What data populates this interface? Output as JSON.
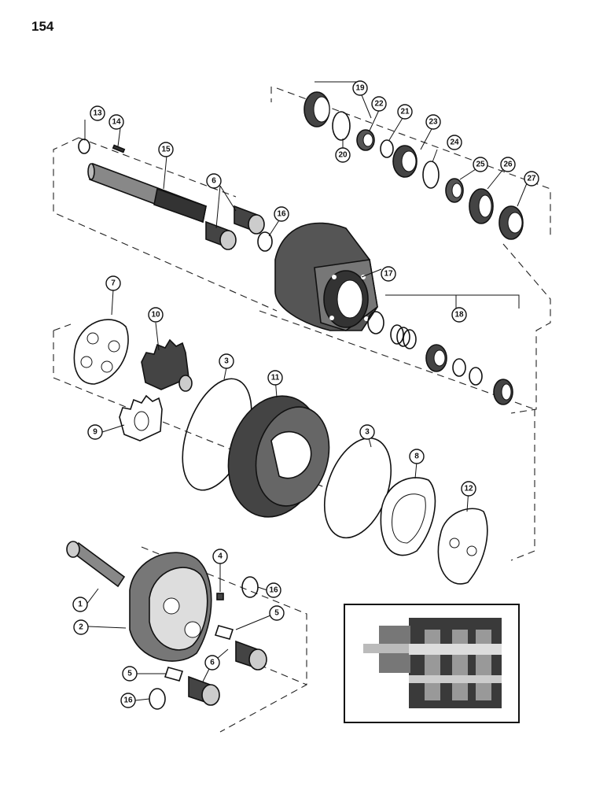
{
  "page": {
    "number": "154"
  },
  "callouts": {
    "c1": "1",
    "c2": "2",
    "c3a": "3",
    "c3b": "3",
    "c4": "4",
    "c5a": "5",
    "c5b": "5",
    "c6a": "6",
    "c6b": "6",
    "c7": "7",
    "c8": "8",
    "c9": "9",
    "c10": "10",
    "c11": "11",
    "c12": "12",
    "c13": "13",
    "c14": "14",
    "c15": "15",
    "c16a": "16",
    "c16b": "16",
    "c16c": "16",
    "c17": "17",
    "c18": "18",
    "c19": "19",
    "c20": "20",
    "c21": "21",
    "c22": "22",
    "c23": "23",
    "c24": "24",
    "c25": "25",
    "c26": "26",
    "c27": "27"
  },
  "inset": {
    "description_icon": "cutaway-pump-icon"
  },
  "colors": {
    "ink": "#111111",
    "paper": "#ffffff",
    "shade": "#3a3a3a"
  }
}
